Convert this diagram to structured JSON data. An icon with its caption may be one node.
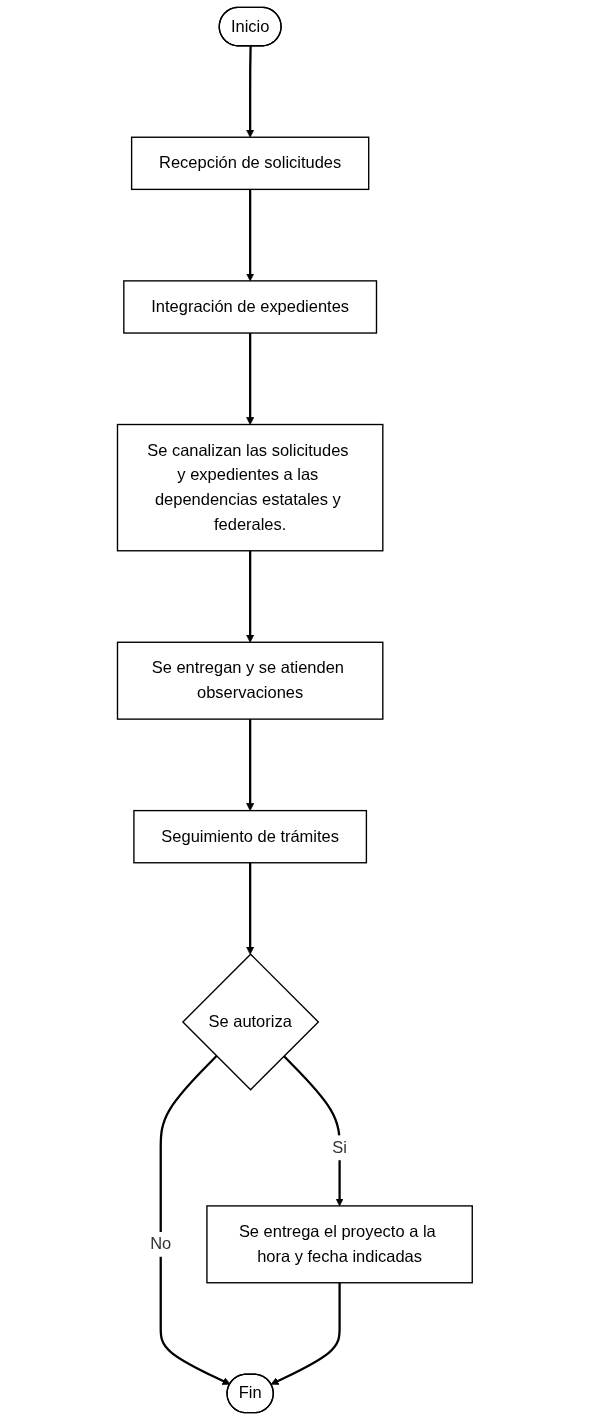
{
  "diagram": {
    "nodes": [
      {
        "text": [
          "Inicio"
        ]
      },
      {
        "text": [
          "Recepción de solicitudes"
        ]
      },
      {
        "text": [
          "Integración de expedientes"
        ]
      },
      {
        "text": [
          "Se canalizan las solicitudes y expedientes a las dependencias estatales y federales."
        ]
      },
      {
        "text": [
          "Se entregan y se atienden observaciones"
        ]
      },
      {
        "text": [
          "Seguimiento de trámites"
        ]
      },
      {
        "text": [
          "Se autoriza"
        ]
      },
      {
        "text": [
          "Se entrega el proyecto a la hora y fecha indicadas"
        ]
      },
      {
        "text": [
          "Fin"
        ]
      }
    ],
    "edges": [
      {
        "from": 0,
        "to": 1,
        "arrow": "to"
      },
      {
        "from": 1,
        "to": 2,
        "arrow": "to"
      },
      {
        "from": 2,
        "to": 3,
        "arrow": "to"
      },
      {
        "from": 3,
        "to": 4,
        "arrow": "to"
      },
      {
        "from": 4,
        "to": 5,
        "arrow": "to"
      },
      {
        "from": 5,
        "to": 6,
        "arrow": "to"
      },
      {
        "from": 6,
        "to": 7,
        "label": "Si",
        "arrow": "to"
      },
      {
        "from": 6,
        "to": 8,
        "label": "No",
        "arrow": "to"
      },
      {
        "from": 7,
        "to": 8,
        "arrow": "to"
      }
    ]
  }
}
